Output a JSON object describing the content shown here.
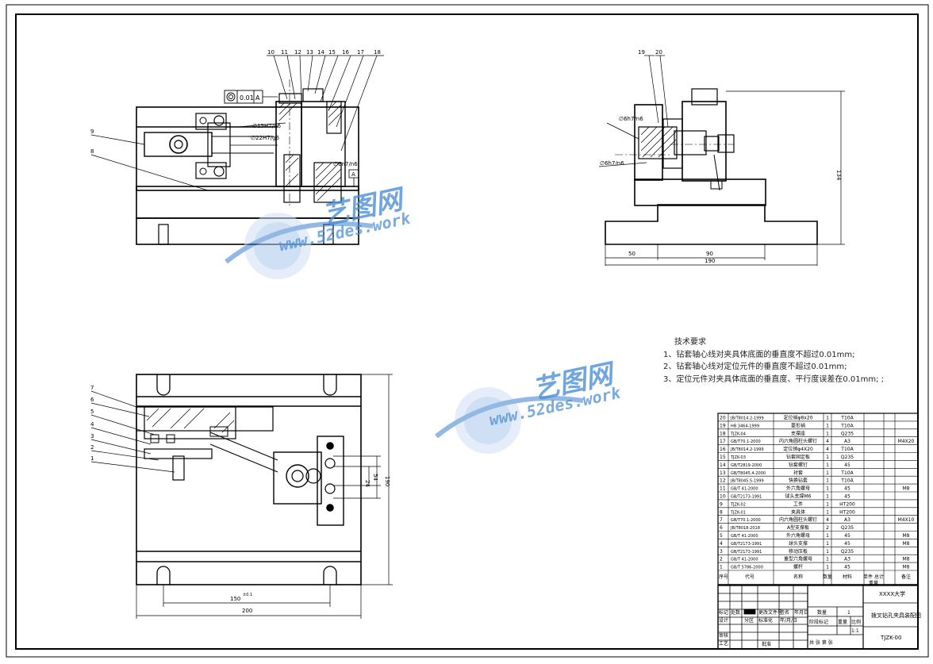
{
  "front_view": {
    "balloons": [
      "10",
      "11",
      "12",
      "13",
      "14",
      "15",
      "16",
      "17",
      "18"
    ],
    "side_balloons": [
      "9",
      "8"
    ],
    "tolerance_frame": {
      "value": "0.01",
      "datum": "A"
    },
    "fits": [
      "∅15H7/n6",
      "∅22H7/g6",
      "∅6n7/n6"
    ],
    "datum_label": "A"
  },
  "side_view": {
    "balloons": [
      "19",
      "20"
    ],
    "fits": [
      "∅6h7/n6",
      "∅6h7/n6"
    ],
    "dims": {
      "height": "134",
      "left": "50",
      "mid": "90",
      "total": "190"
    }
  },
  "top_view": {
    "balloons": [
      "7",
      "6",
      "5",
      "4",
      "3",
      "2",
      "1"
    ],
    "dims": {
      "inner": "24",
      "outer": "54",
      "height": "190",
      "width": "200",
      "slot_base": "150",
      "slot_tol": "±0.1"
    }
  },
  "tech_requirements": {
    "title": "技术要求",
    "items": [
      "1、钻套轴心线对夹具体底面的垂直度不超过0.01mm;",
      "2、钻套轴心线对定位元件的垂直度不超过0.01mm;",
      "3、定位元件对夹具体底面的垂直度、平行度误差在0.01mm; ;"
    ]
  },
  "bom": {
    "rows": [
      {
        "no": "20",
        "code": "JB/T8014.2-1999",
        "name": "定位销φ8x20",
        "qty": "1",
        "mat": "T10A",
        "note": ""
      },
      {
        "no": "19",
        "code": "HB 3464-1999",
        "name": "菱形销",
        "qty": "1",
        "mat": "T10A",
        "note": ""
      },
      {
        "no": "18",
        "code": "TJZK-04",
        "name": "支撑座",
        "qty": "1",
        "mat": "Q235",
        "note": ""
      },
      {
        "no": "17",
        "code": "GB/T70.1-2000",
        "name": "内六角圆柱头螺钉",
        "qty": "4",
        "mat": "A3",
        "note": "M4X20"
      },
      {
        "no": "16",
        "code": "JB/T8014.2-1999",
        "name": "定位销φ4X20",
        "qty": "4",
        "mat": "T10A",
        "note": ""
      },
      {
        "no": "15",
        "code": "TJZK-03",
        "name": "钻套固定板",
        "qty": "1",
        "mat": "Q235",
        "note": ""
      },
      {
        "no": "14",
        "code": "GB/T2819-2000",
        "name": "钻套螺钉",
        "qty": "1",
        "mat": "45",
        "note": ""
      },
      {
        "no": "13",
        "code": "GB/T8045.4-2000",
        "name": "衬套",
        "qty": "1",
        "mat": "T10A",
        "note": ""
      },
      {
        "no": "12",
        "code": "JB/T8045.5-1999",
        "name": "快换钻套",
        "qty": "1",
        "mat": "T10A",
        "note": ""
      },
      {
        "no": "11",
        "code": "GB/T 41-2000",
        "name": "外六角螺母",
        "qty": "1",
        "mat": "45",
        "note": "M8"
      },
      {
        "no": "10",
        "code": "GB/T2173-1991",
        "name": "球头支撑M6",
        "qty": "1",
        "mat": "45",
        "note": ""
      },
      {
        "no": "9",
        "code": "TJZK-02",
        "name": "工件",
        "qty": "1",
        "mat": "HT200",
        "note": ""
      },
      {
        "no": "8",
        "code": "TJZK-01",
        "name": "夹具体",
        "qty": "1",
        "mat": "HT200",
        "note": ""
      },
      {
        "no": "7",
        "code": "GB/T70.1-2000",
        "name": "内六角圆柱头螺钉",
        "qty": "4",
        "mat": "A3",
        "note": "M4X10"
      },
      {
        "no": "6",
        "code": "JB/T8018-2018",
        "name": "A型支撑板",
        "qty": "2",
        "mat": "Q235",
        "note": ""
      },
      {
        "no": "5",
        "code": "GB/T 41-2000",
        "name": "外六角螺母",
        "qty": "1",
        "mat": "45",
        "note": "M8"
      },
      {
        "no": "4",
        "code": "GB/T2173-1991",
        "name": "球头支撑",
        "qty": "1",
        "mat": "45",
        "note": "M8"
      },
      {
        "no": "3",
        "code": "GB/T2173-1991",
        "name": "移动压板",
        "qty": "1",
        "mat": "Q235",
        "note": ""
      },
      {
        "no": "2",
        "code": "GB/T 41-2000",
        "name": "重型六角螺母",
        "qty": "1",
        "mat": "A3",
        "note": "M8"
      },
      {
        "no": "1",
        "code": "GB/T 5786-2000",
        "name": "螺杆",
        "qty": "1",
        "mat": "45",
        "note": "M8"
      }
    ],
    "header": {
      "no": "序号",
      "code": "代号",
      "name": "名称",
      "qty": "数量",
      "mat": "材料",
      "weight": "单件 总计",
      "weight2": "重量",
      "note": "备注"
    }
  },
  "title_block": {
    "university": "XXXX大学",
    "drawing_name": "拨叉钻孔夹具装配图",
    "drawing_no": "TJZK-00",
    "qty_label": "数量",
    "qty_value": "1",
    "scale_label": "比例",
    "scale_value": "1:1",
    "stage_label": "阶段标记",
    "weight_label": "重量",
    "sheet_text": "共 张 第 张",
    "rows": [
      "标记",
      "处数",
      "分区",
      "更改文件号",
      "签名",
      "年月日"
    ],
    "left": [
      "设计",
      "",
      "审核",
      "工艺",
      "批准"
    ],
    "std_label": "标准化",
    "revise": "年/月/日"
  },
  "watermarks": [
    {
      "title": "艺图网",
      "url": "www.52des.work"
    },
    {
      "title": "艺图网",
      "url": "www.52des.work"
    }
  ]
}
